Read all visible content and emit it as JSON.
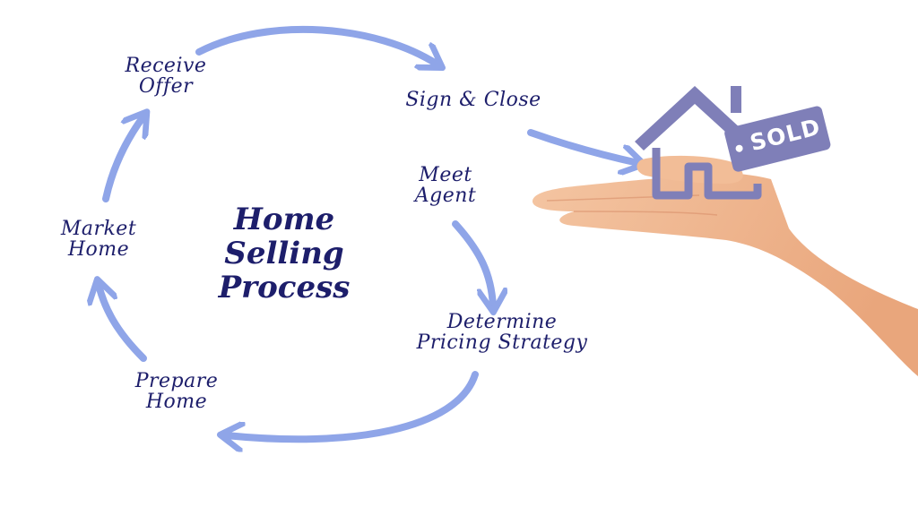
{
  "diagram": {
    "title_lines": [
      "Home",
      "Selling",
      "Process"
    ],
    "steps": [
      {
        "id": "receive-offer",
        "lines": [
          "Receive",
          "Offer"
        ]
      },
      {
        "id": "sign-close",
        "lines": [
          "Sign & Close"
        ]
      },
      {
        "id": "meet-agent",
        "lines": [
          "Meet",
          "Agent"
        ]
      },
      {
        "id": "determine-pricing",
        "lines": [
          "Determine",
          "Pricing Strategy"
        ]
      },
      {
        "id": "prepare-home",
        "lines": [
          "Prepare",
          "Home"
        ]
      },
      {
        "id": "market-home",
        "lines": [
          "Market",
          "Home"
        ]
      }
    ],
    "sign_text": "SOLD"
  },
  "colors": {
    "text": "#1d1e6b",
    "arrow": "#8fa5e8",
    "house": "#7f7fb8",
    "skin": "#f0b892"
  }
}
